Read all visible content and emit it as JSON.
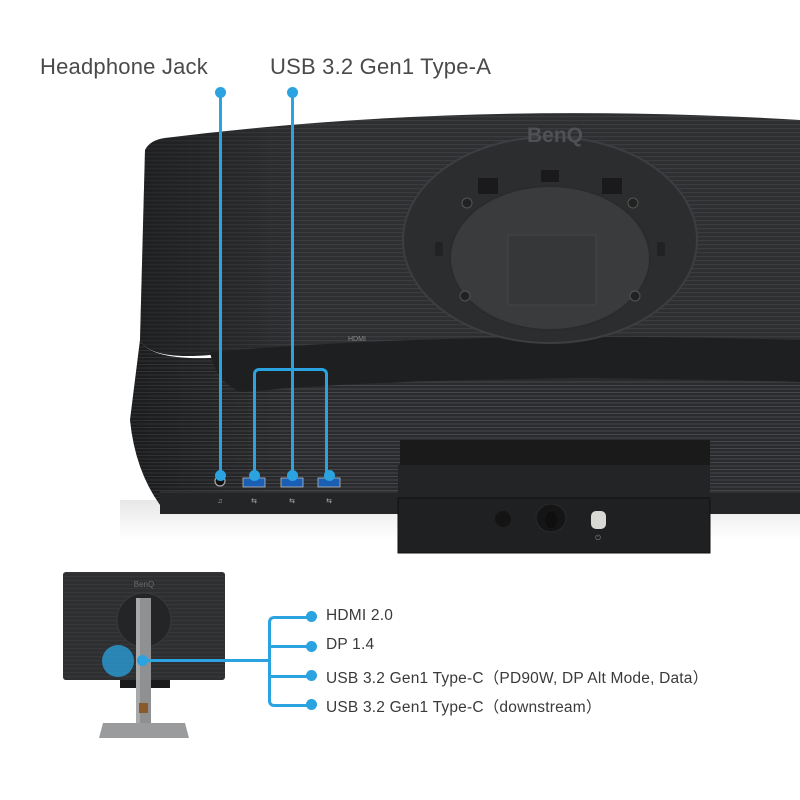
{
  "callouts_top": {
    "headphone": "Headphone Jack",
    "usb_a": "USB 3.2 Gen1 Type-A"
  },
  "brand": {
    "logo_large": "BenQ",
    "logo_small": "BenQ"
  },
  "rear_labels": {
    "hdmi": "HDMI"
  },
  "ports_bottom": [
    {
      "label": "HDMI 2.0"
    },
    {
      "label": "DP 1.4"
    },
    {
      "label": "USB 3.2 Gen1 Type-C（PD90W, DP Alt Mode, Data）"
    },
    {
      "label": "USB 3.2 Gen1 Type-C（downstream）"
    }
  ],
  "colors": {
    "accent_blue": "#2aa3e0",
    "body_dark": "#2b2c2e",
    "text": "#4a4a4a"
  }
}
